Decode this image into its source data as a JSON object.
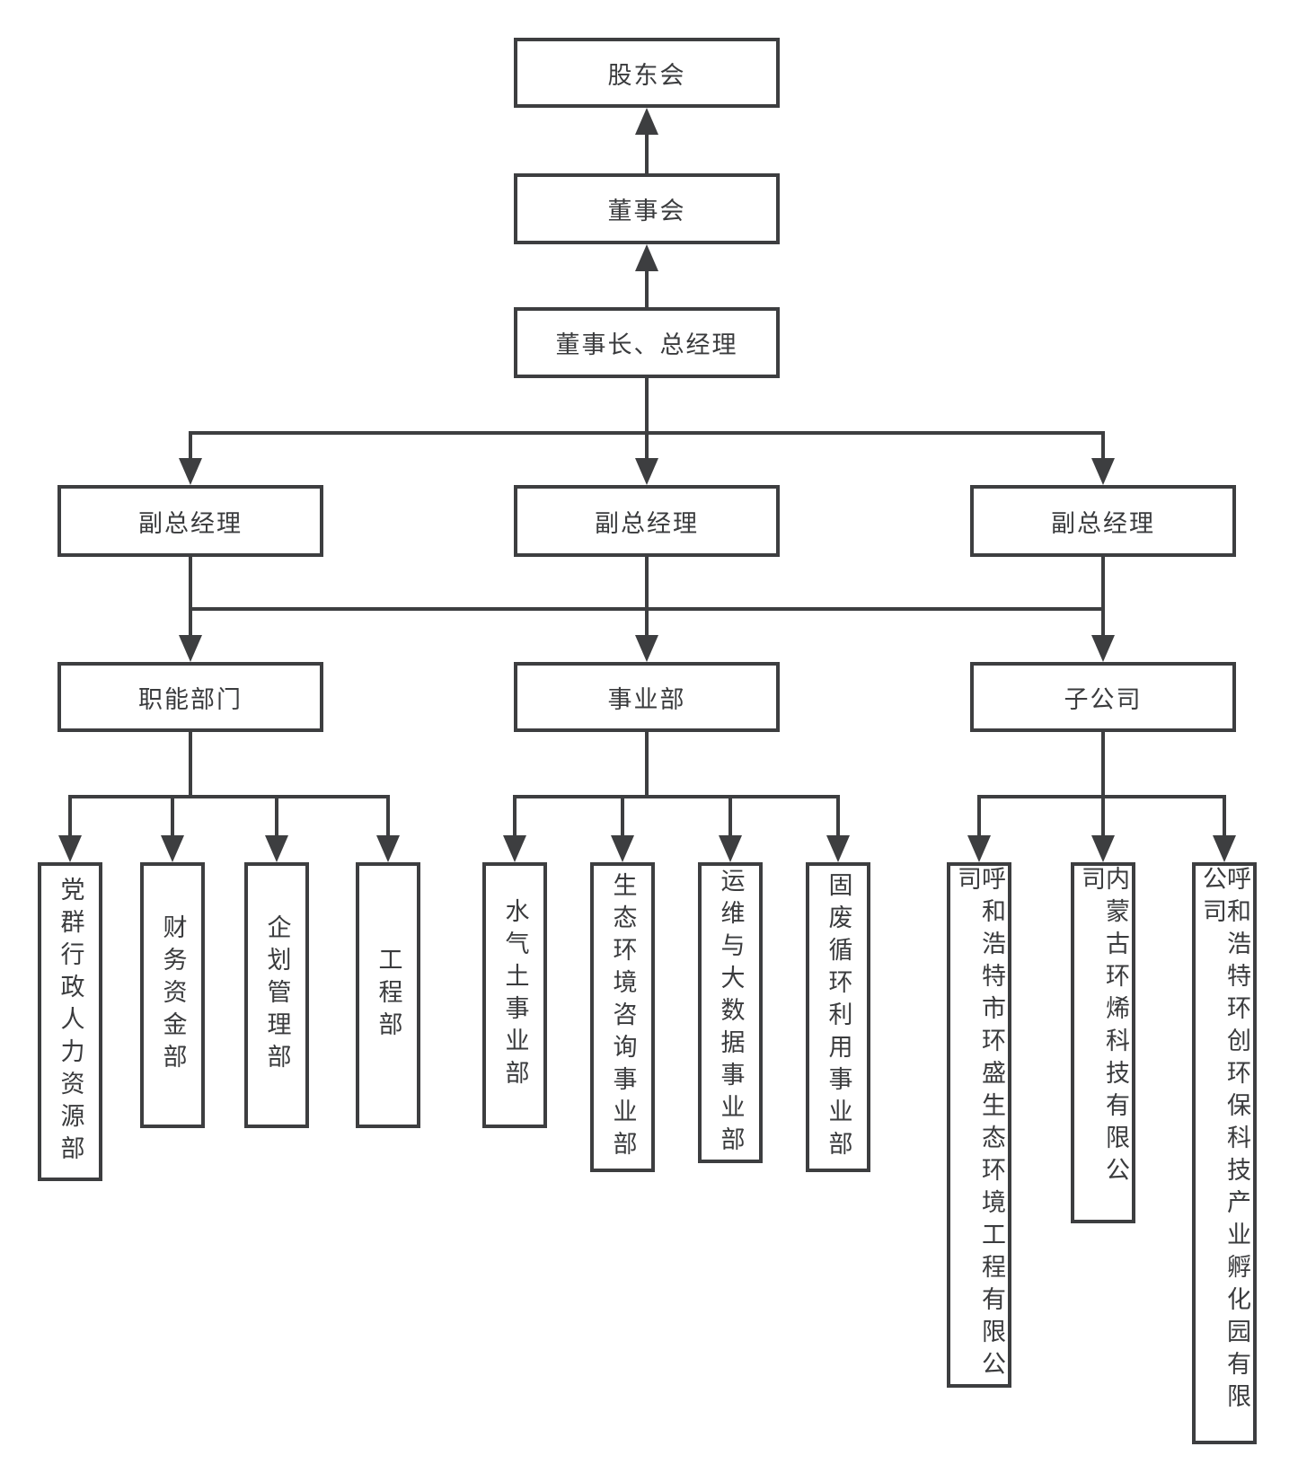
{
  "diagram": {
    "type": "org-chart",
    "background": "#ffffff",
    "line_color": "#3d3e40",
    "text_color": "#3a3b3d",
    "arrow_direction_top_chain": "up",
    "arrow_direction_tree": "down",
    "top_chain": [
      {
        "label": "股东会"
      },
      {
        "label": "董事会"
      },
      {
        "label": "董事长、总经理"
      }
    ],
    "columns": [
      {
        "manager": "副总经理",
        "category": "职能部门",
        "children": [
          "党群行政人力资源部",
          "财务资金部",
          "企划管理部",
          "工程部"
        ]
      },
      {
        "manager": "副总经理",
        "category": "事业部",
        "children": [
          "水气土事业部",
          "生态环境咨询事业部",
          "运维与大数据事业部",
          "固废循环利用事业部"
        ]
      },
      {
        "manager": "副总经理",
        "category": "子公司",
        "children": [
          "呼和浩特市环盛生态环境工程有限公司",
          "内蒙古环烯科技有限公司",
          "呼和浩特环创环保科技产业孵化园有限公司"
        ]
      }
    ]
  }
}
